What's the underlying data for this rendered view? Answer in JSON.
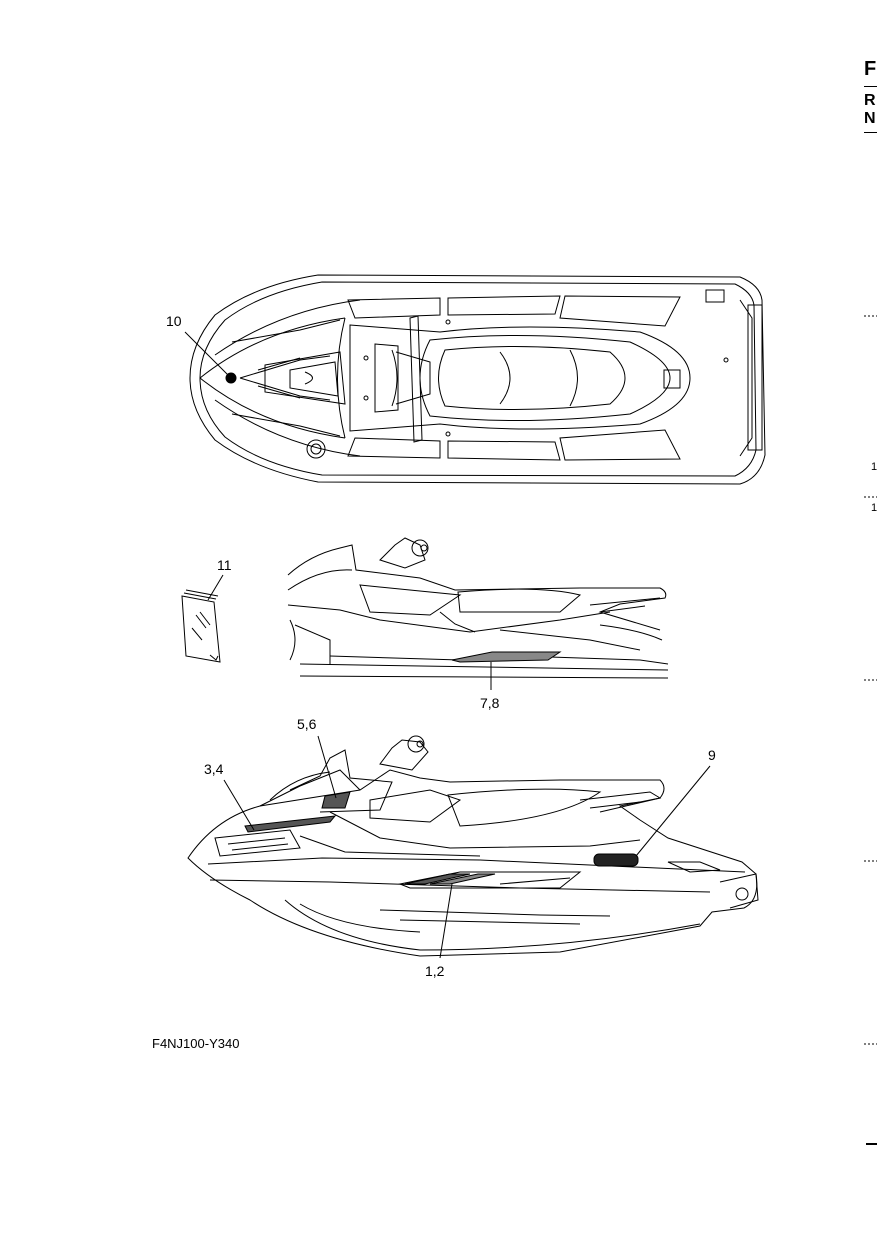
{
  "callouts": {
    "c10": "10",
    "c11": "11",
    "c78": "7,8",
    "c56": "5,6",
    "c34": "3,4",
    "c9": "9",
    "c12": "1,2"
  },
  "part_code": "F4NJ100-Y340",
  "edge_text": {
    "header_f": "F",
    "header_r": "R",
    "header_n": "N",
    "mark_1a": "1",
    "mark_1b": "1"
  }
}
